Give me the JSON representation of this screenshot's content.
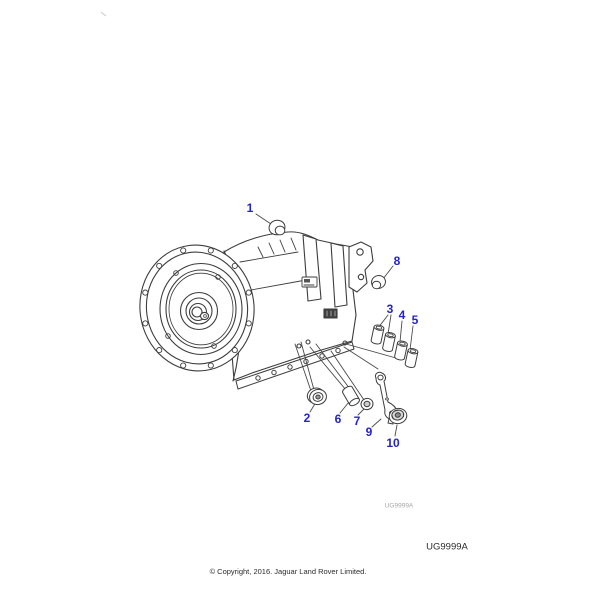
{
  "colors": {
    "callout": "#2323cd",
    "ink": "#3d3d3d",
    "leader": "#4a4a4a",
    "watermark": "#a6a6a6",
    "text": "#2b2b2b",
    "background": "#ffffff"
  },
  "diagram": {
    "description": "Exploded parts diagram of an automatic transmission assembly",
    "callouts": [
      {
        "label": "1"
      },
      {
        "label": "2"
      },
      {
        "label": "3"
      },
      {
        "label": "4"
      },
      {
        "label": "5"
      },
      {
        "label": "6"
      },
      {
        "label": "7"
      },
      {
        "label": "8"
      },
      {
        "label": "9"
      },
      {
        "label": "10"
      }
    ],
    "watermark_code": "UG9999A",
    "figure_code": "UG9999A"
  },
  "footer": {
    "copyright": "© Copyright, 2016. Jaguar Land Rover Limited."
  }
}
